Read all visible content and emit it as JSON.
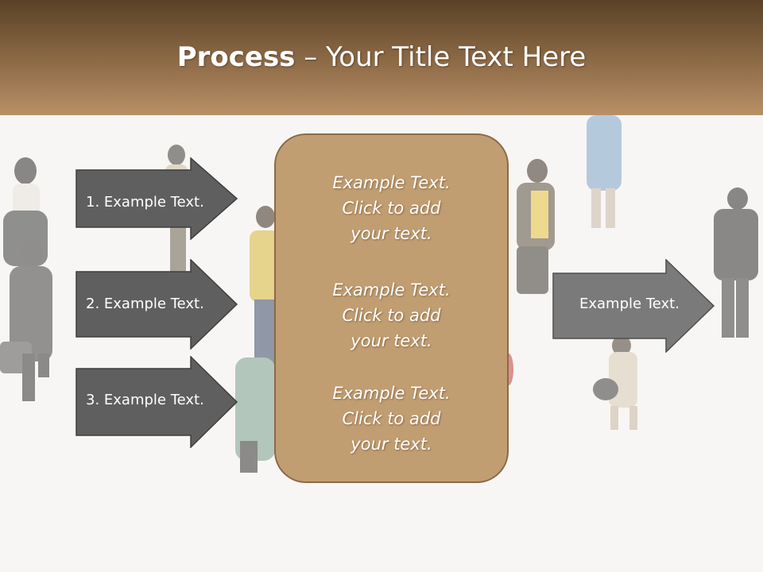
{
  "slide": {
    "title_bold": "Process",
    "title_rest": " – Your Title Text Here"
  },
  "left_arrows": [
    {
      "label": "1. Example Text."
    },
    {
      "label": "2. Example Text."
    },
    {
      "label": "3. Example Text."
    }
  ],
  "center_box": {
    "paragraphs": [
      {
        "line1": "Example Text.",
        "line2": "Click  to add",
        "line3": "your text."
      },
      {
        "line1": "Example Text.",
        "line2": "Click  to add",
        "line3": "your text."
      },
      {
        "line1": "Example Text.",
        "line2": "Click  to add",
        "line3": "your text."
      }
    ]
  },
  "right_arrow": {
    "label": "Example Text."
  },
  "colors": {
    "arrow_fill": "#5f5f5f",
    "right_arrow_fill": "#7a7a7a",
    "box_fill": "#c19e72",
    "header_top": "#5a4127",
    "header_bottom": "#b89066"
  }
}
